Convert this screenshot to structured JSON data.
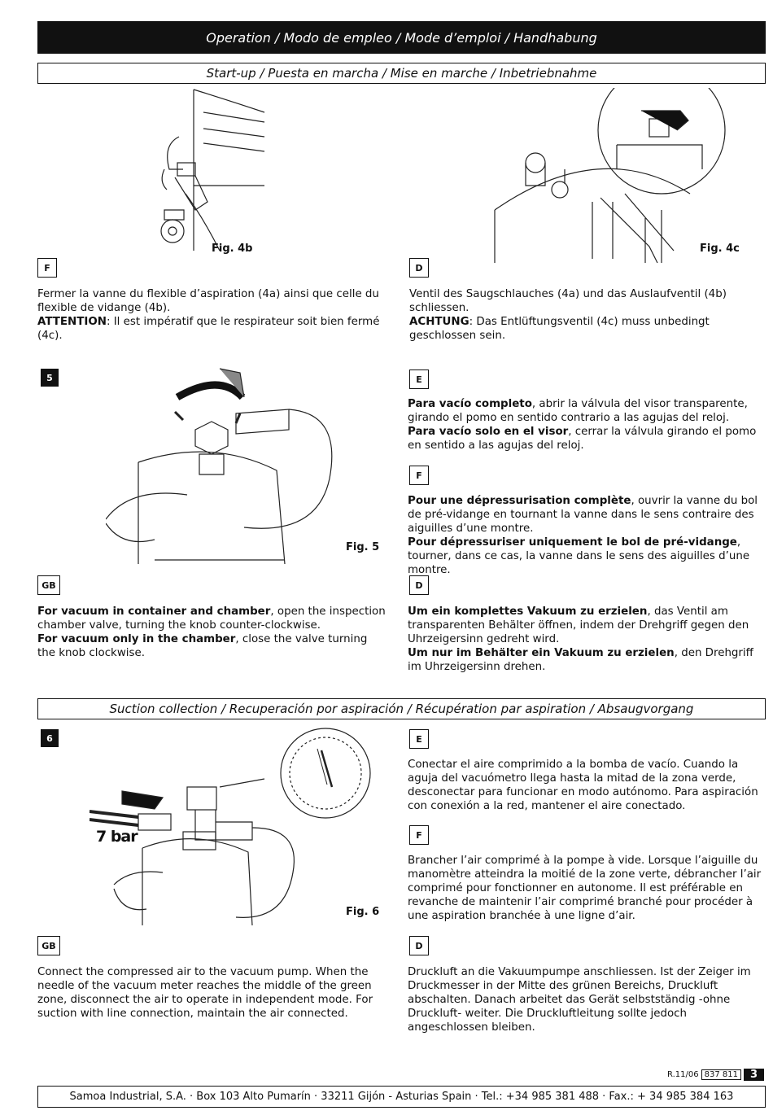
{
  "header": {
    "title": "Operation / Modo de empleo / Mode d’emploi / Handhabung"
  },
  "sections": {
    "startup": "Start-up / Puesta en marcha / Mise en marche / Inbetriebnahme",
    "suction": "Suction collection / Recuperación por aspiración / Récupération par aspiration / Absaugvorgang"
  },
  "figures": {
    "fig4b": "Fig. 4b",
    "fig4c": "Fig. 4c",
    "fig5": "Fig. 5",
    "fig6": "Fig. 6",
    "fig6_pressure": "7 bar"
  },
  "steps": {
    "s5": "5",
    "s6": "6"
  },
  "langs": {
    "F": "F",
    "D": "D",
    "E": "E",
    "GB": "GB"
  },
  "block4": {
    "F_text": "Fermer la vanne du flexible d’aspiration (4a) ainsi que celle du flexible de vidange (4b).",
    "F_attention_label": "ATTENTION",
    "F_attention_text": ": Il est impératif que le respirateur soit bien fermé (4c).",
    "D_text": "Ventil des Saugschlauches (4a) und das Auslaufventil (4b) schliessen.",
    "D_attention_label": "ACHTUNG",
    "D_attention_text": ": Das Entlüftungsventil (4c) muss unbedingt geschlossen sein."
  },
  "block5": {
    "E_b1": "Para vacío completo",
    "E_t1": ", abrir la válvula del visor transparente, girando el pomo en sentido contrario a las agujas del reloj.",
    "E_b2": "Para vacío solo en el visor",
    "E_t2": ", cerrar la válvula girando el pomo en sentido a las agujas del reloj.",
    "F_b1": "Pour une dépressurisation complète",
    "F_t1": ", ouvrir la vanne du bol de pré-vidange en tournant la vanne dans le sens contraire des aiguilles d’une montre.",
    "F_b2": "Pour dépressuriser uniquement le bol de pré-vidange",
    "F_t2": ", tourner, dans ce cas, la vanne dans le sens des aiguilles d’une montre.",
    "GB_b1": "For vacuum in container and chamber",
    "GB_t1": ", open the inspection chamber valve, turning the knob counter-clockwise.",
    "GB_b2": "For vacuum only in the chamber",
    "GB_t2": ", close the valve turning the knob clockwise.",
    "D_b1": "Um ein komplettes Vakuum zu erzielen",
    "D_t1": ", das Ventil am transparenten Behälter öffnen, indem der Drehgriff gegen den Uhrzeigersinn gedreht wird.",
    "D_b2": "Um nur im Behälter ein Vakuum zu erzielen",
    "D_t2": ", den Drehgriff im Uhrzeigersinn drehen."
  },
  "block6": {
    "E_text": "Conectar el aire comprimido a la bomba de vacío. Cuando la aguja del vacuómetro llega hasta la mitad de la zona verde, desconectar para funcionar en modo autónomo. Para aspiración con conexión a la red, mantener el aire conectado.",
    "F_text": "Brancher l’air comprimé à la pompe à vide. Lorsque l’aiguille du manomètre atteindra la moitié de la zone verte, débrancher l’air comprimé pour fonctionner en autonome. Il est préférable en revanche de maintenir l’air comprimé branché pour procéder à une aspiration branchée à une ligne d’air.",
    "GB_text": "Connect the compressed air to the vacuum pump. When the needle of the vacuum meter reaches the middle of the green zone, disconnect the air to operate in independent mode. For suction with line connection, maintain the air connected.",
    "D_text": "Druckluft an die Vakuumpumpe anschliessen. Ist der Zeiger im Druckmesser in der Mitte des grünen Bereichs, Druckluft abschalten. Danach arbeitet das Gerät selbstständig -ohne Druckluft- weiter. Die Druckluftleitung sollte jedoch angeschlossen bleiben."
  },
  "footer": {
    "revision": "R.11/06",
    "code": "837 811",
    "page": "3",
    "company": "Samoa Industrial, S.A. · Box 103 Alto Pumarín · 33211 Gijón - Asturias Spain · Tel.: +34 985 381 488 · Fax.: + 34 985 384 163"
  }
}
